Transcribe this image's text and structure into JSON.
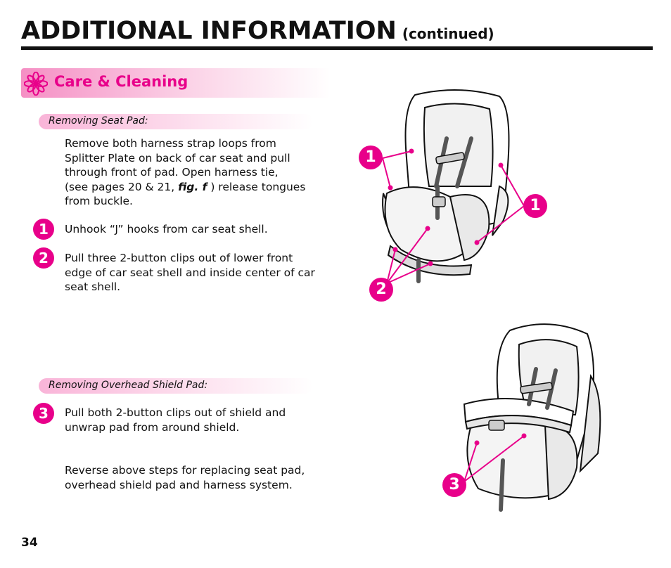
{
  "header": {
    "title": "ADDITIONAL INFORMATION",
    "subtitle": "(continued)"
  },
  "section": {
    "title": "Care & Cleaning"
  },
  "seat_pad": {
    "heading": "Removing Seat Pad:",
    "intro_1": "Remove both harness strap loops from",
    "intro_2": "Splitter Plate on back of car seat and pull",
    "intro_3": "through front of pad. Open harness tie,",
    "intro_4a": "(see pages 20 & 21, ",
    "intro_4b": "fig. f",
    "intro_4c": " ) release tongues",
    "intro_5": "from buckle.",
    "step1_num": "1",
    "step1": "Unhook “J” hooks from car seat shell.",
    "step2_num": "2",
    "step2_1": "Pull three 2-button clips out of lower front",
    "step2_2": "edge of car seat shell and inside center of car",
    "step2_3": "seat shell."
  },
  "shield_pad": {
    "heading": "Removing Overhead Shield Pad:",
    "step3_num": "3",
    "step3_1": "Pull both 2-button clips out of shield and",
    "step3_2": "unwrap pad from around shield.",
    "closing_1": "Reverse above steps for replacing seat pad,",
    "closing_2": "overhead shield pad and harness system."
  },
  "figure1": {
    "callout_left": "1",
    "callout_right": "1",
    "callout_bottom": "2"
  },
  "figure2": {
    "callout": "3"
  },
  "page_number": "34",
  "colors": {
    "accent": "#e8008a",
    "highlight": "#f58fc4",
    "rule": "#111111"
  }
}
